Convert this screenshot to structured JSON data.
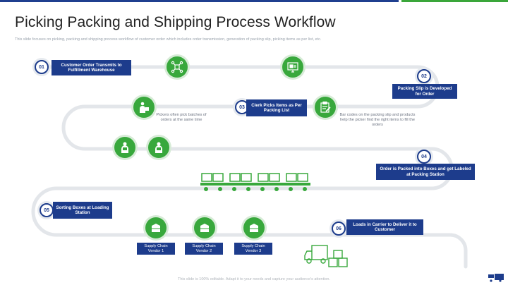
{
  "title": "Picking Packing and Shipping Process Workflow",
  "subtitle": "This slide focuses on picking, packing and shipping process workflow of customer order which includes order transmission, generation of packing slip, picking items as per list, etc.",
  "footer": "This slide is 100% editable. Adapt it to your needs and capture your audience's attention.",
  "colors": {
    "navy": "#1d3c8c",
    "green": "#38a83c",
    "track": "#e3e6ea",
    "topbar_blue": "#1f3f8f",
    "topbar_green": "#3aa63a"
  },
  "steps": [
    {
      "number": "01",
      "label": "Customer Order Transmits to Fulfillment Warehouse"
    },
    {
      "number": "02",
      "label": "Packing Slip is Developed for Order"
    },
    {
      "number": "03",
      "label": "Clerk Picks Items as Per Packing List"
    },
    {
      "number": "04",
      "label": "Order is Packed into Boxes and get Labeled at Packing Station"
    },
    {
      "number": "05",
      "label": "Sorting Boxes at Loading Station"
    },
    {
      "number": "06",
      "label": "Loads in Carrier to Deliver it to Customer"
    }
  ],
  "notes": {
    "pickers": "Pickers often pick batches of orders at the same time",
    "barcodes": "Bar codes on the packing slip and products help the picker find the right items to fill the orders"
  },
  "vendors": [
    "Supply Chain Vendor 1",
    "Supply Chain Vendor 2",
    "Supply Chain Vendor 3"
  ],
  "icons": [
    "network-icon",
    "monitor-icon",
    "packing-slip-icon",
    "clipboard-icon",
    "picker-icon",
    "worker-icon",
    "worker-icon",
    "conveyor-icon",
    "box-icon",
    "truck-icon"
  ]
}
